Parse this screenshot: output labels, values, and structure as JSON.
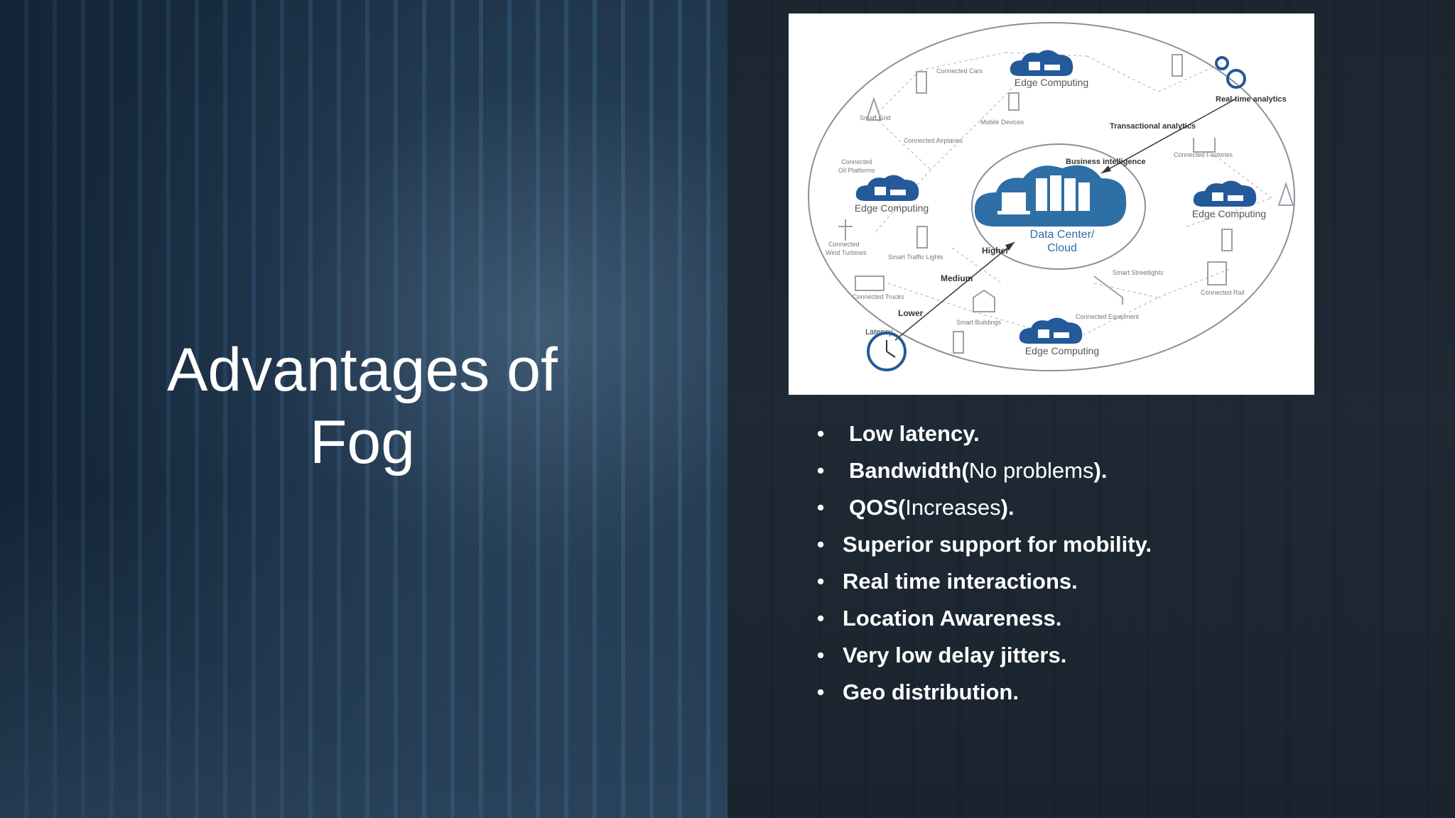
{
  "slide": {
    "title_line1": "Advantages of",
    "title_line2": "Fog"
  },
  "diagram": {
    "center": "Data Center/",
    "center2": "Cloud",
    "edge_label": "Edge Computing",
    "top_right": "Real-time analytics",
    "transactional": "Transactional analytics",
    "business": "Business intelligence",
    "higher": "Higher",
    "medium": "Medium",
    "lower": "Lower",
    "latency": "Latency",
    "devices": {
      "connected_cars": "Connected Cars",
      "smart_grid": "Smart Grid",
      "mobile_devices": "Mobile Devices",
      "connected_airplanes": "Connected Airplanes",
      "oil_platforms_1": "Connected",
      "oil_platforms_2": "Oil Platforms",
      "connected_factories": "Connected Factories",
      "wind_turbines_1": "Connected",
      "wind_turbines_2": "Wind Turbines",
      "smart_traffic_lights": "Smart Traffic Lights",
      "smart_streetlights": "Smart Streetlights",
      "connected_trucks": "Connected Trucks",
      "connected_rail": "Connected Rail",
      "smart_buildings": "Smart Buildings",
      "connected_equipment": "Connected Equipment"
    }
  },
  "bullets": [
    {
      "bold": "Low latency.",
      "light": "",
      "end": ""
    },
    {
      "bold": "Bandwidth(",
      "light": "No problems",
      "end": ")."
    },
    {
      "bold": "QOS(",
      "light": "Increases",
      "end": ")."
    },
    {
      "bold": "Superior support for mobility.",
      "light": "",
      "end": ""
    },
    {
      "bold": "Real time interactions.",
      "light": "",
      "end": ""
    },
    {
      "bold": "Location Awareness.",
      "light": "",
      "end": ""
    },
    {
      "bold": "Very low delay jitters.",
      "light": "",
      "end": ""
    },
    {
      "bold": "Geo distribution.",
      "light": "",
      "end": ""
    }
  ],
  "bullet_char": "•"
}
